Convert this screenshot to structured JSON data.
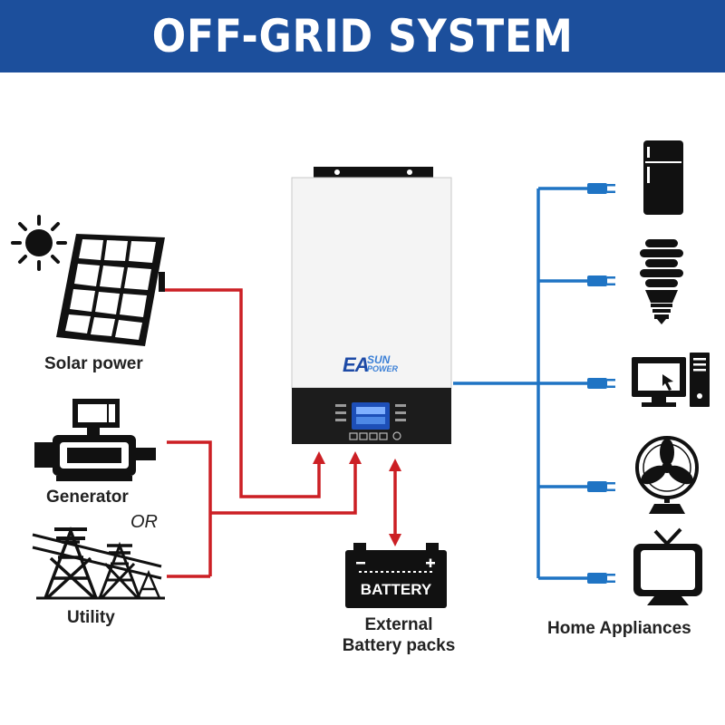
{
  "header": {
    "title": "OFF-GRID SYSTEM"
  },
  "sources": {
    "solar": "Solar power",
    "generator": "Generator",
    "or": "OR",
    "utility": "Utility"
  },
  "inverter": {
    "brand_main": "EA",
    "brand_top": "SUN",
    "brand_bottom": "POWER"
  },
  "battery": {
    "label": "BATTERY",
    "caption_line1": "External",
    "caption_line2": "Battery packs"
  },
  "loads": {
    "caption": "Home Appliances",
    "items": [
      "refrigerator-icon",
      "cfl-bulb-icon",
      "computer-icon",
      "fan-icon",
      "tv-icon"
    ]
  },
  "colors": {
    "banner": "#1c4f9c",
    "dc_wire": "#cc1f24",
    "ac_wire": "#1f74c4"
  }
}
